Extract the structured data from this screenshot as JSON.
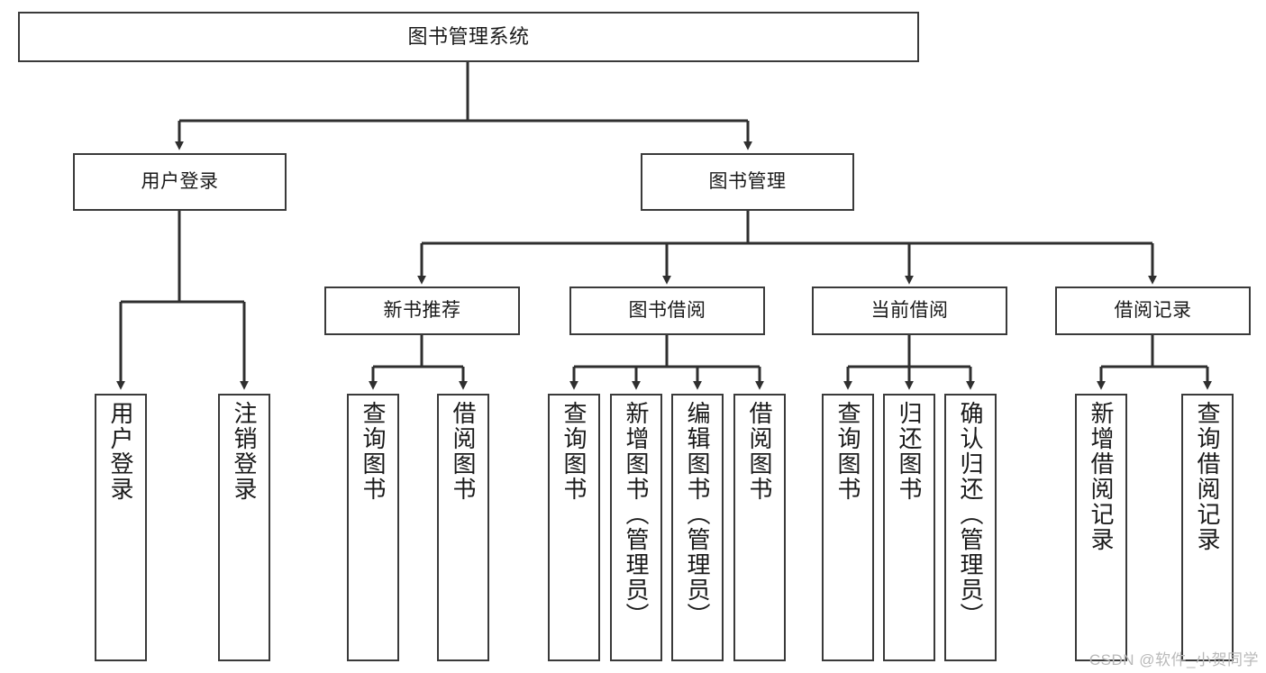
{
  "diagram": {
    "title": "图书管理系统",
    "type": "tree-hierarchy-diagram",
    "colors": {
      "box_border": "#3a3a3a",
      "box_fill": "#ffffff",
      "connector": "#2f2f2f",
      "text": "#1a1a1a",
      "watermark": "#b9b9b9",
      "background": "#ffffff"
    },
    "root": {
      "label": "图书管理系统"
    },
    "level2": [
      {
        "label": "用户登录"
      },
      {
        "label": "图书管理"
      }
    ],
    "level3": [
      {
        "label": "新书推荐"
      },
      {
        "label": "图书借阅"
      },
      {
        "label": "当前借阅"
      },
      {
        "label": "借阅记录"
      }
    ],
    "leaves": {
      "user_login": [
        {
          "label": "用户登录"
        },
        {
          "label": "注销登录"
        }
      ],
      "new_book_recommend": [
        {
          "label": "查询图书"
        },
        {
          "label": "借阅图书"
        }
      ],
      "book_borrow": [
        {
          "label": "查询图书"
        },
        {
          "label": "新增图书（管理员）"
        },
        {
          "label": "编辑图书（管理员）"
        },
        {
          "label": "借阅图书"
        }
      ],
      "current_borrow": [
        {
          "label": "查询图书"
        },
        {
          "label": "归还图书"
        },
        {
          "label": "确认归还（管理员）"
        }
      ],
      "borrow_record": [
        {
          "label": "新增借阅记录"
        },
        {
          "label": "查询借阅记录"
        }
      ]
    }
  },
  "watermark": {
    "text": "CSDN @软件_小贺同学"
  }
}
